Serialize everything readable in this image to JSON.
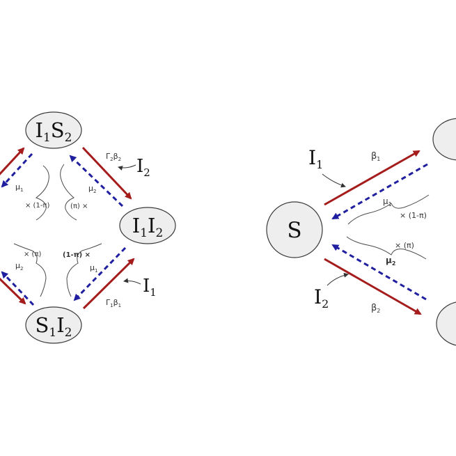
{
  "nodes": {
    "I1S2": {
      "main_a": "I",
      "sub_a": "1",
      "main_b": "S",
      "sub_b": "2"
    },
    "I1I2": {
      "main_a": "I",
      "sub_a": "1",
      "main_b": "I",
      "sub_b": "2"
    },
    "S1I2": {
      "main_a": "S",
      "sub_a": "1",
      "main_b": "I",
      "sub_b": "2"
    },
    "S": {
      "main": "S"
    }
  },
  "labels": {
    "left_I2": {
      "main": "I",
      "sub": "2"
    },
    "left_I1": {
      "main": "I",
      "sub": "1"
    },
    "right_I1": {
      "main": "I",
      "sub": "1"
    },
    "right_I2": {
      "main": "I",
      "sub": "2"
    }
  },
  "rates": {
    "gamma2beta2": {
      "g": "Γ",
      "gs": "2",
      "b": "β",
      "bs": "2"
    },
    "gamma1beta1": {
      "g": "Γ",
      "gs": "1",
      "b": "β",
      "bs": "1"
    },
    "mu1_top": {
      "m": "μ",
      "ms": "1"
    },
    "mu2_top": {
      "m": "μ",
      "ms": "2"
    },
    "mu2_bottom": {
      "m": "μ",
      "ms": "2"
    },
    "mu1_bottom": {
      "m": "μ",
      "ms": "1"
    },
    "beta1_right": {
      "b": "β",
      "bs": "1"
    },
    "mu1_right": {
      "m": "μ",
      "ms": "1"
    },
    "mu2_right": {
      "m": "μ",
      "ms": "2"
    },
    "beta2_right": {
      "b": "β",
      "bs": "2"
    }
  },
  "multipliers": {
    "left_top_left": "× (1-π)",
    "left_top_right": "(π) ×",
    "left_bottom_left": "× (π)",
    "left_bottom_right": "(1-π) ×",
    "right_upper": "× (1-π)",
    "right_lower": "× (π)"
  },
  "colors": {
    "infection_arrow": "#a51c1c",
    "recovery_arrow": "#1f1fa0"
  }
}
